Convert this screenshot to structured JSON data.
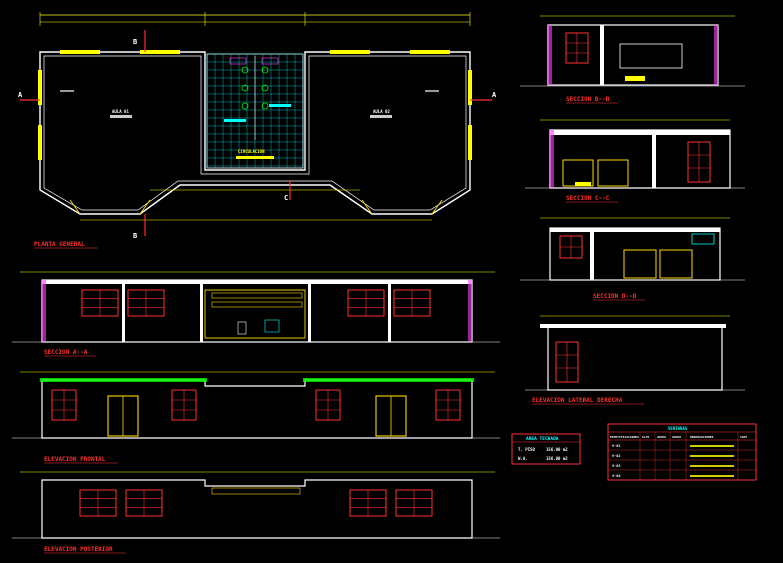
{
  "colors": {
    "background": "#000000",
    "wall": "#ffffff",
    "dimension": "#ffff00",
    "title": "#ff3030",
    "window": "#ff3030",
    "door": "#ffd700",
    "fixture": "#00ff00",
    "tile": "#00ffff",
    "accent": "#ff40ff",
    "level": "#ffffff"
  },
  "drawings": {
    "plan": {
      "title": "PLANTA GENERAL",
      "room_left": "AULA 01",
      "room_right": "AULA 02",
      "corridor": "CIRCULACION",
      "marker_a": "A",
      "marker_b": "B",
      "marker_c": "C"
    },
    "section_bb": {
      "title": "SECCION B--B"
    },
    "section_cc": {
      "title": "SECCION C--C"
    },
    "section_dd": {
      "title": "SECCION D--D"
    },
    "elev_lateral": {
      "title": "ELEVACION LATERAL DERECHA"
    },
    "section_aa": {
      "title": "SECCION A--A"
    },
    "elev_frontal": {
      "title": "ELEVACION FRONTAL"
    },
    "elev_posterior": {
      "title": "ELEVACION POSTERIOR"
    }
  },
  "area_table": {
    "title": "AREA TECHADA",
    "rows": [
      {
        "label": "T. PISO",
        "value": "156.00 m2"
      },
      {
        "label": "W.A.",
        "value": "156.00 m2"
      }
    ]
  },
  "windows_table": {
    "title": "VENTANAS",
    "headers": [
      "ESPECIFICACIONES",
      "ALTO",
      "ANCHO",
      "ANCHO",
      "OBSERVACIONES",
      "CANT"
    ],
    "rows": [
      {
        "code": "V-01"
      },
      {
        "code": "V-02"
      },
      {
        "code": "V-03"
      },
      {
        "code": "V-04"
      }
    ]
  }
}
